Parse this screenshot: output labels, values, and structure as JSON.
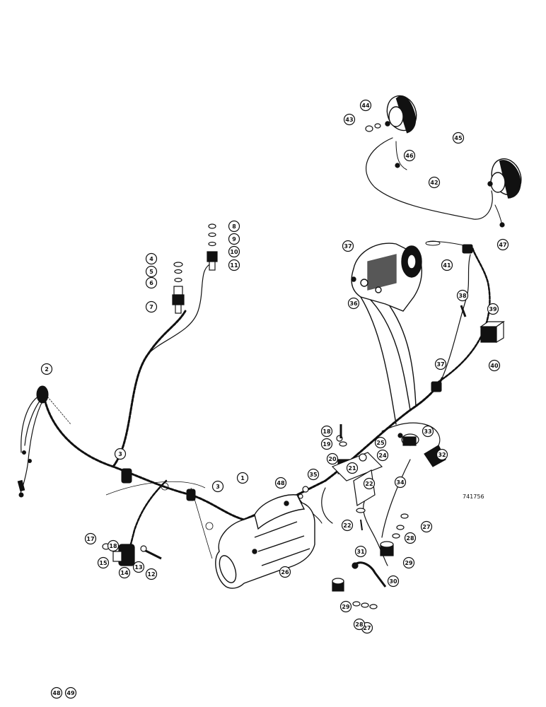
{
  "figure_id": "741756",
  "callouts": [
    "1",
    "2",
    "3",
    "3",
    "4",
    "5",
    "6",
    "7",
    "8",
    "9",
    "10",
    "11",
    "12",
    "13",
    "14",
    "15",
    "17",
    "18",
    "18",
    "19",
    "20",
    "21",
    "22",
    "22",
    "24",
    "25",
    "26",
    "27",
    "27",
    "28",
    "28",
    "29",
    "29",
    "30",
    "31",
    "32",
    "33",
    "34",
    "35",
    "36",
    "37",
    "37",
    "38",
    "39",
    "40",
    "41",
    "42",
    "43",
    "44",
    "45",
    "46",
    "47",
    "48",
    "48",
    "49"
  ],
  "colors": {
    "ink": "#111111",
    "paper": "#ffffff"
  }
}
